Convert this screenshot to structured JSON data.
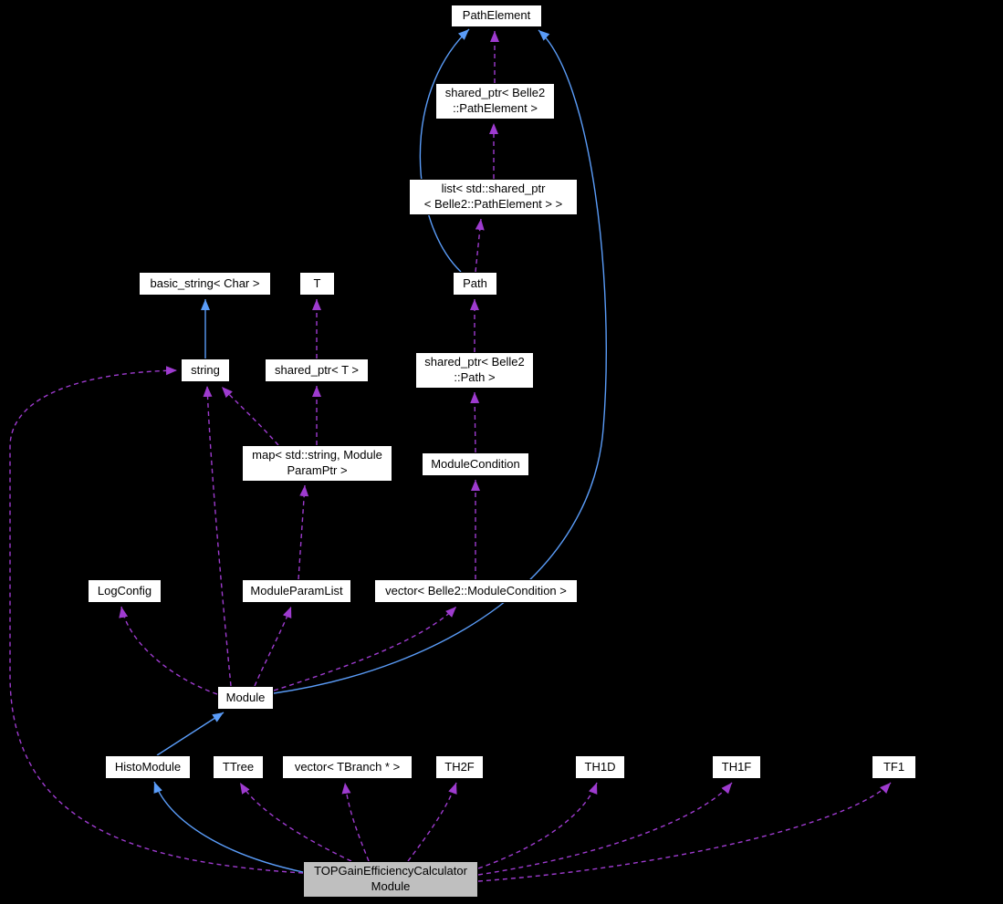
{
  "colors": {
    "background": "#000000",
    "node_fill": "#ffffff",
    "node_border": "#000000",
    "node_text": "#000000",
    "highlight_fill": "#bfbfbf",
    "inheritance_edge": "#5a9cf8",
    "usage_edge": "#9e3bcf"
  },
  "diagram": {
    "nodes": [
      {
        "id": "pathelement",
        "label": "PathElement"
      },
      {
        "id": "shared-ptr-pathelement",
        "label": "shared_ptr< Belle2\n::PathElement >"
      },
      {
        "id": "list-shared-ptr-pathelement",
        "label": "list< std::shared_ptr\n< Belle2::PathElement > >"
      },
      {
        "id": "basic-string-char",
        "label": "basic_string< Char >"
      },
      {
        "id": "t",
        "label": "T"
      },
      {
        "id": "path",
        "label": "Path"
      },
      {
        "id": "string",
        "label": "string"
      },
      {
        "id": "shared-ptr-t",
        "label": "shared_ptr< T >"
      },
      {
        "id": "shared-ptr-path",
        "label": "shared_ptr< Belle2\n::Path >"
      },
      {
        "id": "map-string-moduleparamptr",
        "label": "map< std::string, Module\nParamPtr >"
      },
      {
        "id": "modulecondition",
        "label": "ModuleCondition"
      },
      {
        "id": "logconfig",
        "label": "LogConfig"
      },
      {
        "id": "moduleparamlist",
        "label": "ModuleParamList"
      },
      {
        "id": "vector-modulecondition",
        "label": "vector< Belle2::ModuleCondition >"
      },
      {
        "id": "module",
        "label": "Module"
      },
      {
        "id": "histomodule",
        "label": "HistoModule"
      },
      {
        "id": "ttree",
        "label": "TTree"
      },
      {
        "id": "vector-tbranch",
        "label": "vector< TBranch * >"
      },
      {
        "id": "th2f",
        "label": "TH2F"
      },
      {
        "id": "th1d",
        "label": "TH1D"
      },
      {
        "id": "th1f",
        "label": "TH1F"
      },
      {
        "id": "tf1",
        "label": "TF1"
      },
      {
        "id": "topgainefficiencycalculatormodule",
        "label": "TOPGainEfficiencyCalculator\nModule"
      }
    ]
  }
}
